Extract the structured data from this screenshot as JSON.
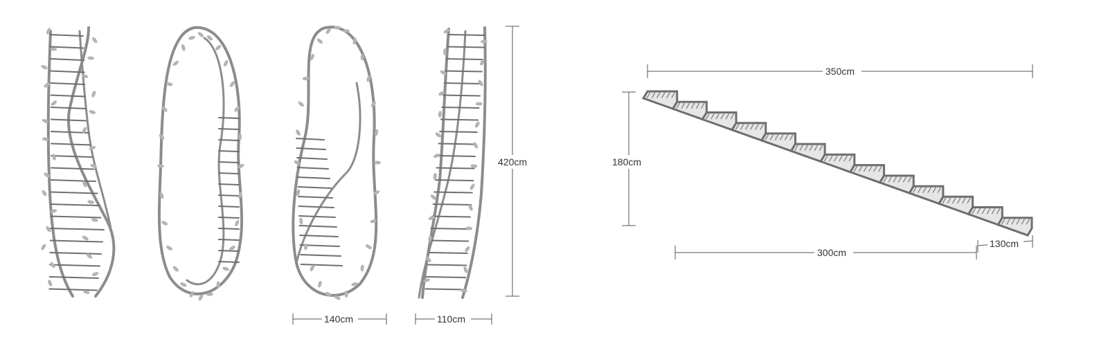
{
  "colors": {
    "rope": "#8c8c8c",
    "rope_dark": "#6e6e6e",
    "leaf": "#b4b4b4",
    "dimension": "#555555",
    "label": "#333333",
    "background": "#ffffff"
  },
  "ladder_views": {
    "height_label": "420cm",
    "width_front_label": "140cm",
    "width_side_label": "110cm"
  },
  "stair_view": {
    "total_length_label": "350cm",
    "height_label": "180cm",
    "run_label": "300cm",
    "landing_label": "130cm",
    "step_count": 13
  }
}
